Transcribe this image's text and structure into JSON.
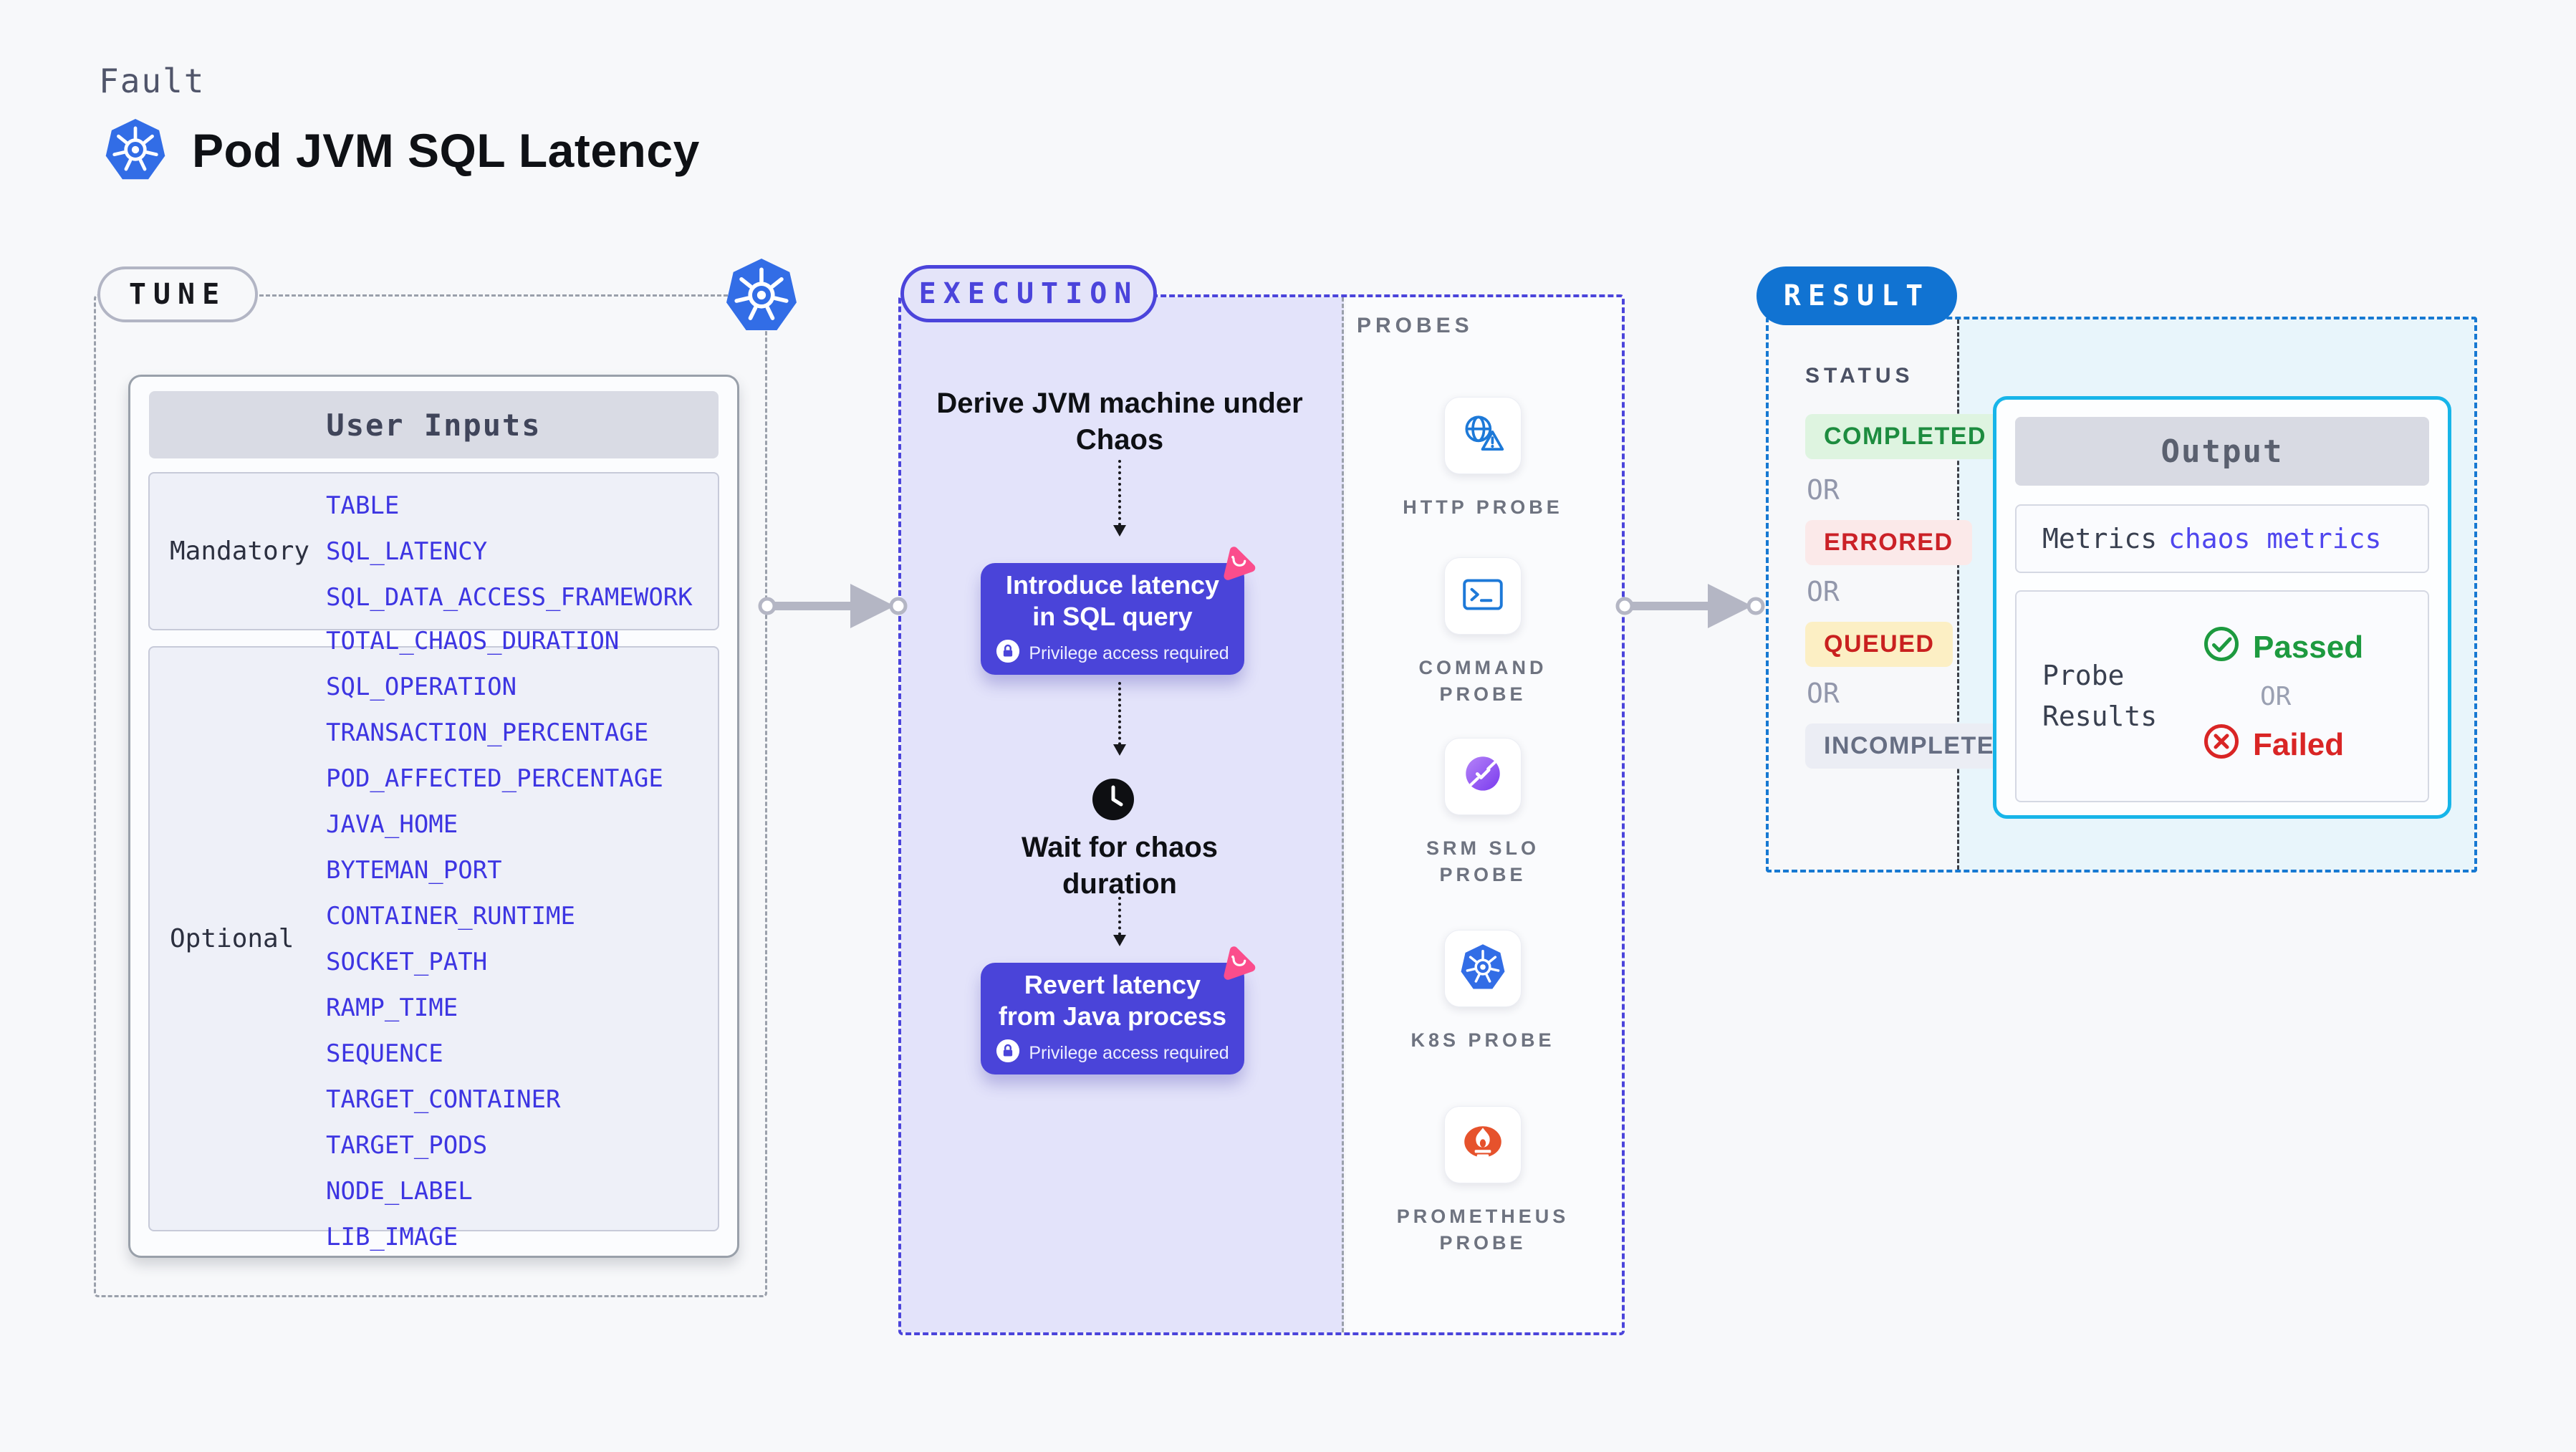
{
  "header": {
    "kicker": "Fault",
    "title": "Pod JVM SQL Latency"
  },
  "tune": {
    "label": "TUNE",
    "card_title": "User Inputs",
    "groups": [
      {
        "label": "Mandatory",
        "items": [
          "TABLE",
          "SQL_LATENCY",
          "SQL_DATA_ACCESS_FRAMEWORK"
        ]
      },
      {
        "label": "Optional",
        "items": [
          "TOTAL_CHAOS_DURATION",
          "SQL_OPERATION",
          "TRANSACTION_PERCENTAGE",
          "POD_AFFECTED_PERCENTAGE",
          "JAVA_HOME",
          "BYTEMAN_PORT",
          "CONTAINER_RUNTIME",
          "SOCKET_PATH",
          "RAMP_TIME",
          "SEQUENCE",
          "TARGET_CONTAINER",
          "TARGET_PODS",
          "NODE_LABEL",
          "LIB_IMAGE"
        ]
      }
    ]
  },
  "execution": {
    "label": "EXECUTION",
    "steps": {
      "derive": "Derive JVM machine under Chaos",
      "inject": "Introduce latency in SQL query",
      "wait": "Wait for chaos duration",
      "revert": "Revert latency from Java process",
      "privilege_note": "Privilege access required"
    },
    "probes": {
      "label": "PROBES",
      "items": [
        {
          "name": "HTTP PROBE",
          "icon": "http-probe-icon"
        },
        {
          "name": "COMMAND PROBE",
          "icon": "command-probe-icon"
        },
        {
          "name": "SRM SLO PROBE",
          "icon": "srm-slo-probe-icon"
        },
        {
          "name": "K8S PROBE",
          "icon": "k8s-probe-icon"
        },
        {
          "name": "PROMETHEUS PROBE",
          "icon": "prometheus-probe-icon"
        }
      ]
    }
  },
  "result": {
    "label": "RESULT",
    "status": {
      "label": "STATUS",
      "or": "OR",
      "badges": [
        "COMPLETED",
        "ERRORED",
        "QUEUED",
        "INCOMPLETED"
      ]
    },
    "output": {
      "title": "Output",
      "metrics_label": "Metrics",
      "metrics_value": "chaos metrics",
      "probe_results_label": "Probe Results",
      "passed": "Passed",
      "or": "OR",
      "failed": "Failed"
    }
  },
  "colors": {
    "accent_indigo": "#4b44db",
    "indigo_fill": "#4a44d9",
    "lavender": "#e3e3fa",
    "accent_blue": "#1173d2",
    "result_dash": "#1779d2",
    "cyan_border": "#17b5e9",
    "cyan_bg": "#e8f5fb",
    "value_blue": "#3d35e2",
    "passed_green": "#1d9a3f",
    "failed_red": "#d92525",
    "gray_dash": "#9aa0ab",
    "k8s_blue": "#326de6",
    "prom_orange": "#e6522c",
    "pink": "#fb4d8c"
  }
}
